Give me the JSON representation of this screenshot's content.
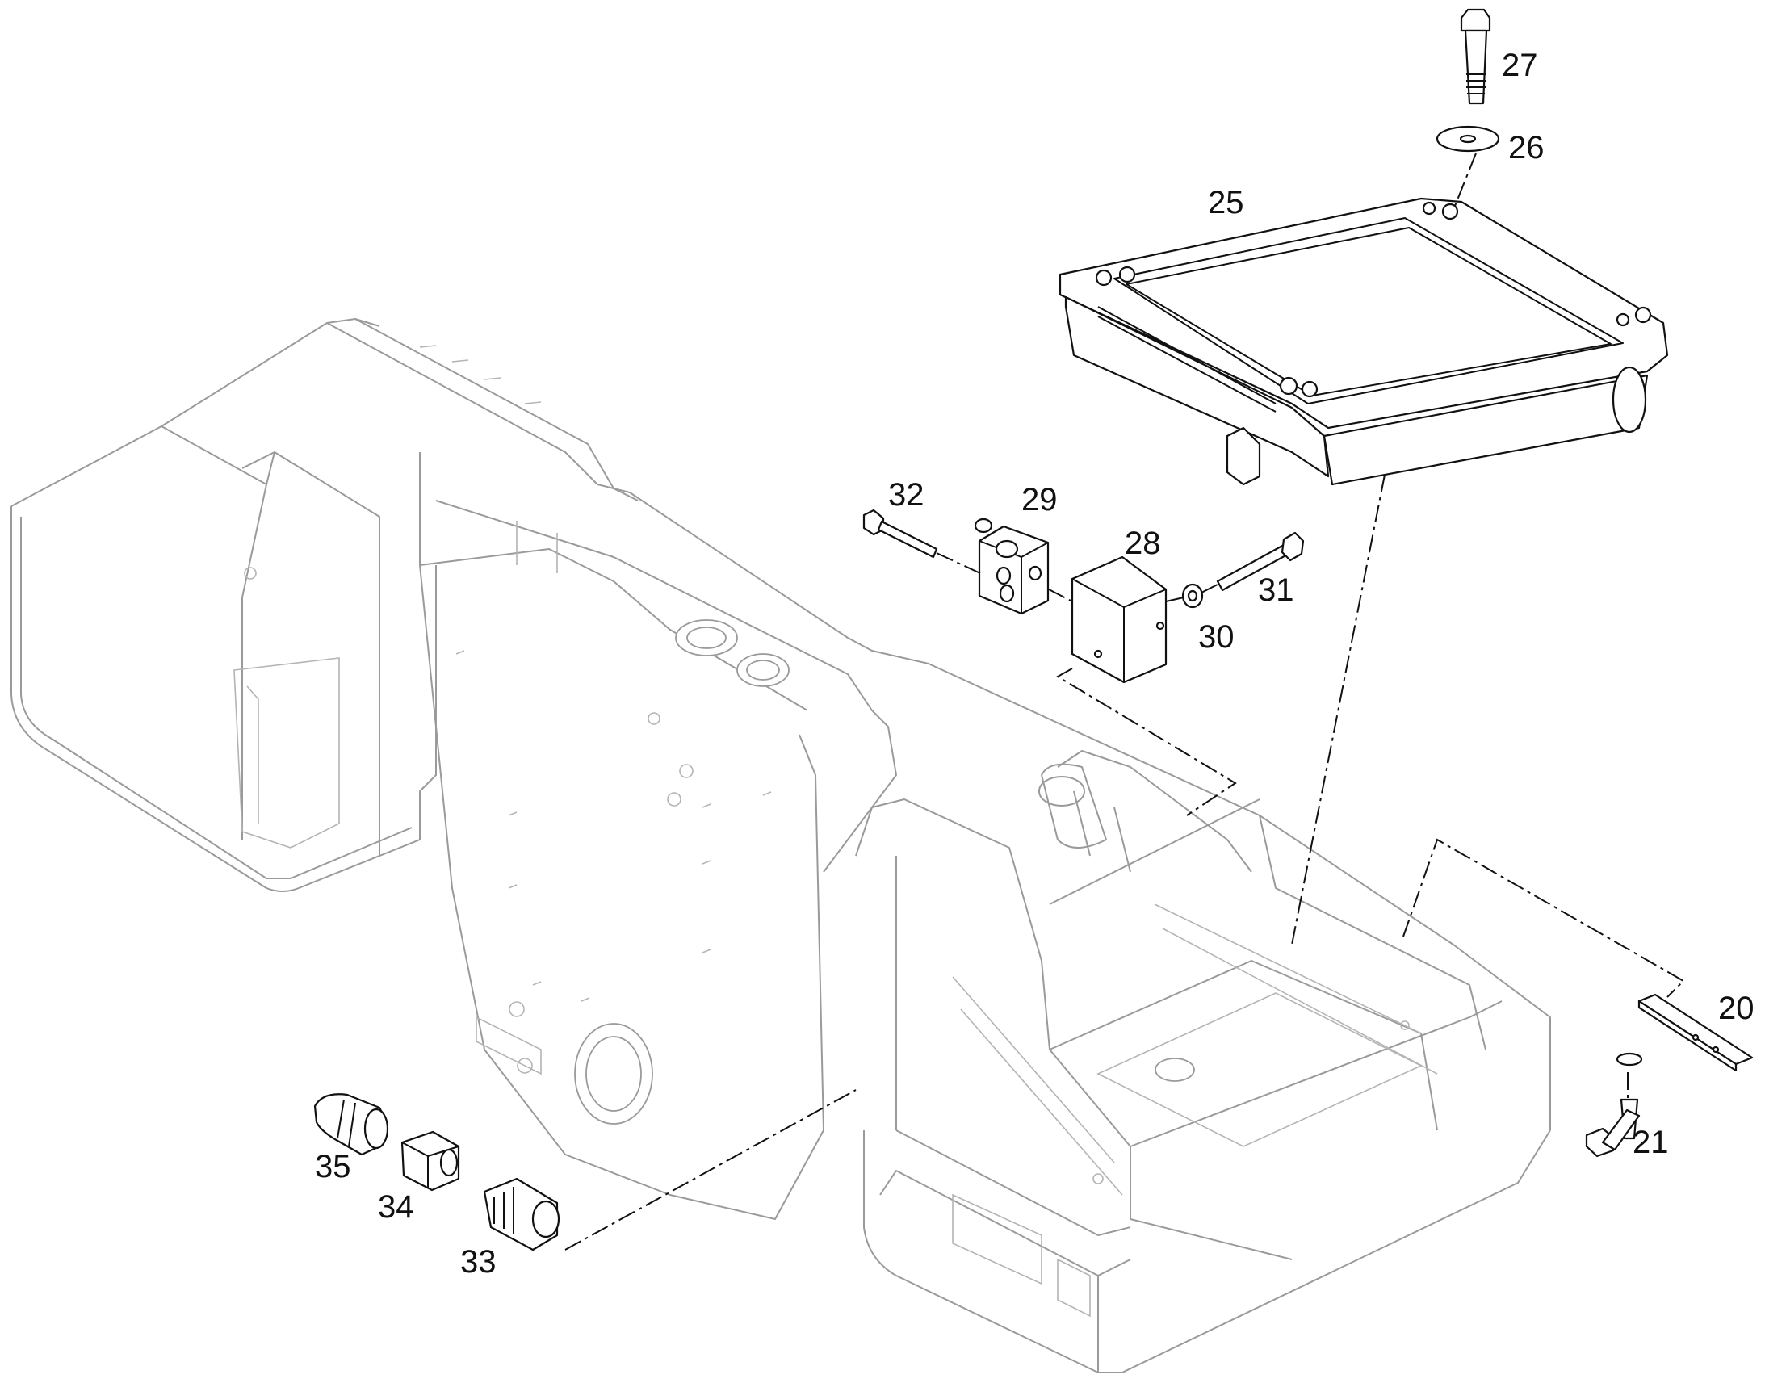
{
  "diagram": {
    "callouts": {
      "c20": "20",
      "c21": "21",
      "c25": "25",
      "c26": "26",
      "c27": "27",
      "c28": "28",
      "c29": "29",
      "c30": "30",
      "c31": "31",
      "c32": "32",
      "c33": "33",
      "c34": "34",
      "c35": "35"
    }
  }
}
